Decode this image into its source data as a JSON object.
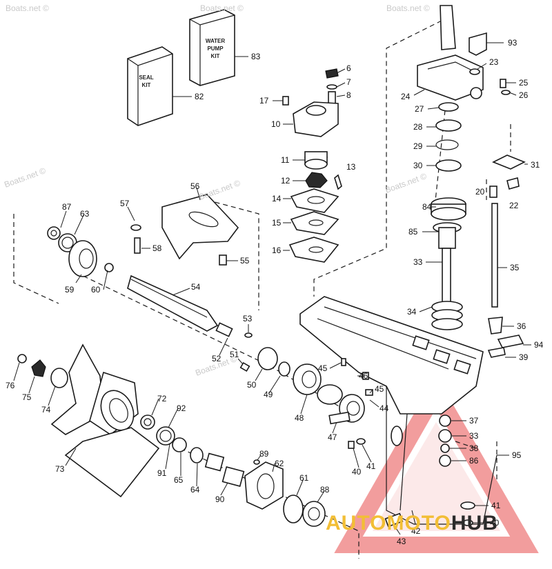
{
  "watermarks": [
    "Boats.net ©",
    "Boats.net ©",
    "Boats.net ©",
    "Boats.net ©",
    "Boats.net ©",
    "Boats.net ©",
    "Boats.net ©"
  ],
  "brand": {
    "left": "AUTO",
    "middle": "MOTO",
    "right": "HUB",
    "colors": {
      "left": "#f5c033",
      "middle": "#f5c033",
      "right": "#2b2b2b",
      "triangle": "#e23b3b"
    }
  },
  "kits": {
    "seal_line1": "SEAL",
    "seal_line2": "KIT",
    "pump_line1": "WATER",
    "pump_line2": "PUMP",
    "pump_line3": "KIT"
  },
  "callouts": [
    "93",
    "6",
    "7",
    "8",
    "17",
    "10",
    "11",
    "12",
    "13",
    "14",
    "15",
    "16",
    "83",
    "82",
    "23",
    "25",
    "24",
    "26",
    "27",
    "28",
    "29",
    "30",
    "31",
    "20",
    "22",
    "84",
    "85",
    "33",
    "35",
    "34",
    "36",
    "94",
    "39",
    "56",
    "57",
    "58",
    "55",
    "87",
    "63",
    "59",
    "60",
    "54",
    "53",
    "52",
    "51",
    "50",
    "49",
    "45",
    "46",
    "45",
    "44",
    "48",
    "47",
    "76",
    "75",
    "74",
    "73",
    "72",
    "92",
    "91",
    "65",
    "64",
    "90",
    "89",
    "62",
    "61",
    "88",
    "40",
    "41",
    "37",
    "33",
    "38",
    "86",
    "95",
    "41",
    "40",
    "42",
    "43"
  ]
}
